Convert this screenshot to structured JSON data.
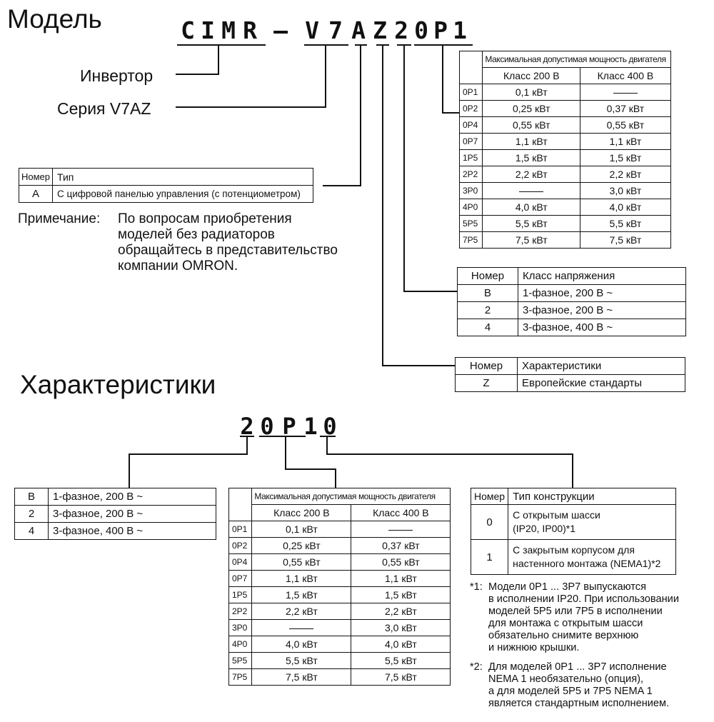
{
  "model": {
    "title": "Модель",
    "code_chars": [
      "C",
      "I",
      "M",
      "R",
      "—",
      "V",
      "7",
      "A",
      "Z",
      "2",
      "0",
      "P",
      "1"
    ],
    "labels": {
      "inverter": "Инвертор",
      "series": "Серия V7AZ"
    },
    "type_table": {
      "headers": [
        "Номер",
        "Тип"
      ],
      "rows": [
        [
          "A",
          "С цифровой панелью управления (с потенциометром)"
        ]
      ]
    },
    "note": {
      "label": "Примечание:",
      "lines": [
        "По вопросам приобретения",
        "моделей без радиаторов",
        "обращайтесь в представительство",
        "компании OMRON."
      ]
    }
  },
  "power_table": {
    "header": "Максимальная допустимая мощность двигателя",
    "sub_headers": [
      "Класс 200 В",
      "Класс 400 В"
    ],
    "rows": [
      {
        "code": "0P1",
        "v200": "0,1 кВт",
        "v400": ""
      },
      {
        "code": "0P2",
        "v200": "0,25 кВт",
        "v400": "0,37 кВт"
      },
      {
        "code": "0P4",
        "v200": "0,55 кВт",
        "v400": "0,55 кВт"
      },
      {
        "code": "0P7",
        "v200": "1,1 кВт",
        "v400": "1,1 кВт"
      },
      {
        "code": "1P5",
        "v200": "1,5 кВт",
        "v400": "1,5 кВт"
      },
      {
        "code": "2P2",
        "v200": "2,2 кВт",
        "v400": "2,2 кВт"
      },
      {
        "code": "3P0",
        "v200": "",
        "v400": "3,0 кВт"
      },
      {
        "code": "4P0",
        "v200": "4,0 кВт",
        "v400": "4,0 кВт"
      },
      {
        "code": "5P5",
        "v200": "5,5 кВт",
        "v400": "5,5 кВт"
      },
      {
        "code": "7P5",
        "v200": "7,5 кВт",
        "v400": "7,5 кВт"
      }
    ]
  },
  "voltage_table": {
    "headers": [
      "Номер",
      "Класс напряжения"
    ],
    "rows": [
      [
        "B",
        "1-фазное, 200 В ~"
      ],
      [
        "2",
        "3-фазное, 200 В ~"
      ],
      [
        "4",
        "3-фазное, 400 В ~"
      ]
    ]
  },
  "char_table": {
    "headers": [
      "Номер",
      "Характеристики"
    ],
    "rows": [
      [
        "Z",
        "Европейские стандарты"
      ]
    ]
  },
  "specs": {
    "title": "Характеристики",
    "code_chars": [
      "2",
      "0",
      "P",
      "1",
      "0"
    ],
    "voltage_rows": [
      [
        "B",
        "1-фазное, 200 В ~"
      ],
      [
        "2",
        "3-фазное, 200 В ~"
      ],
      [
        "4",
        "3-фазное, 400 В ~"
      ]
    ],
    "construction_table": {
      "headers": [
        "Номер",
        "Тип конструкции"
      ],
      "rows": [
        {
          "num": "0",
          "line1": "С открытым шасси",
          "line2": "(IP20, IP00)*1"
        },
        {
          "num": "1",
          "line1": "С закрытым корпусом для",
          "line2": "настенного монтажа (NEMA1)*2"
        }
      ]
    },
    "footnotes": [
      {
        "mark": "*1:",
        "lines": [
          "Модели 0P1 ... 3P7 выпускаются",
          "в исполнении IP20. При использовании",
          "моделей 5P5 или 7P5 в исполнении",
          "для монтажа с открытым шасси",
          "обязательно снимите верхнюю",
          "и нижнюю крышки."
        ]
      },
      {
        "mark": "*2:",
        "lines": [
          "Для моделей 0P1 ... 3P7 исполнение",
          "NEMA 1 необязательно (опция),",
          "а для моделей 5P5 и 7P5 NEMA 1",
          "является стандартным исполнением."
        ]
      }
    ]
  }
}
